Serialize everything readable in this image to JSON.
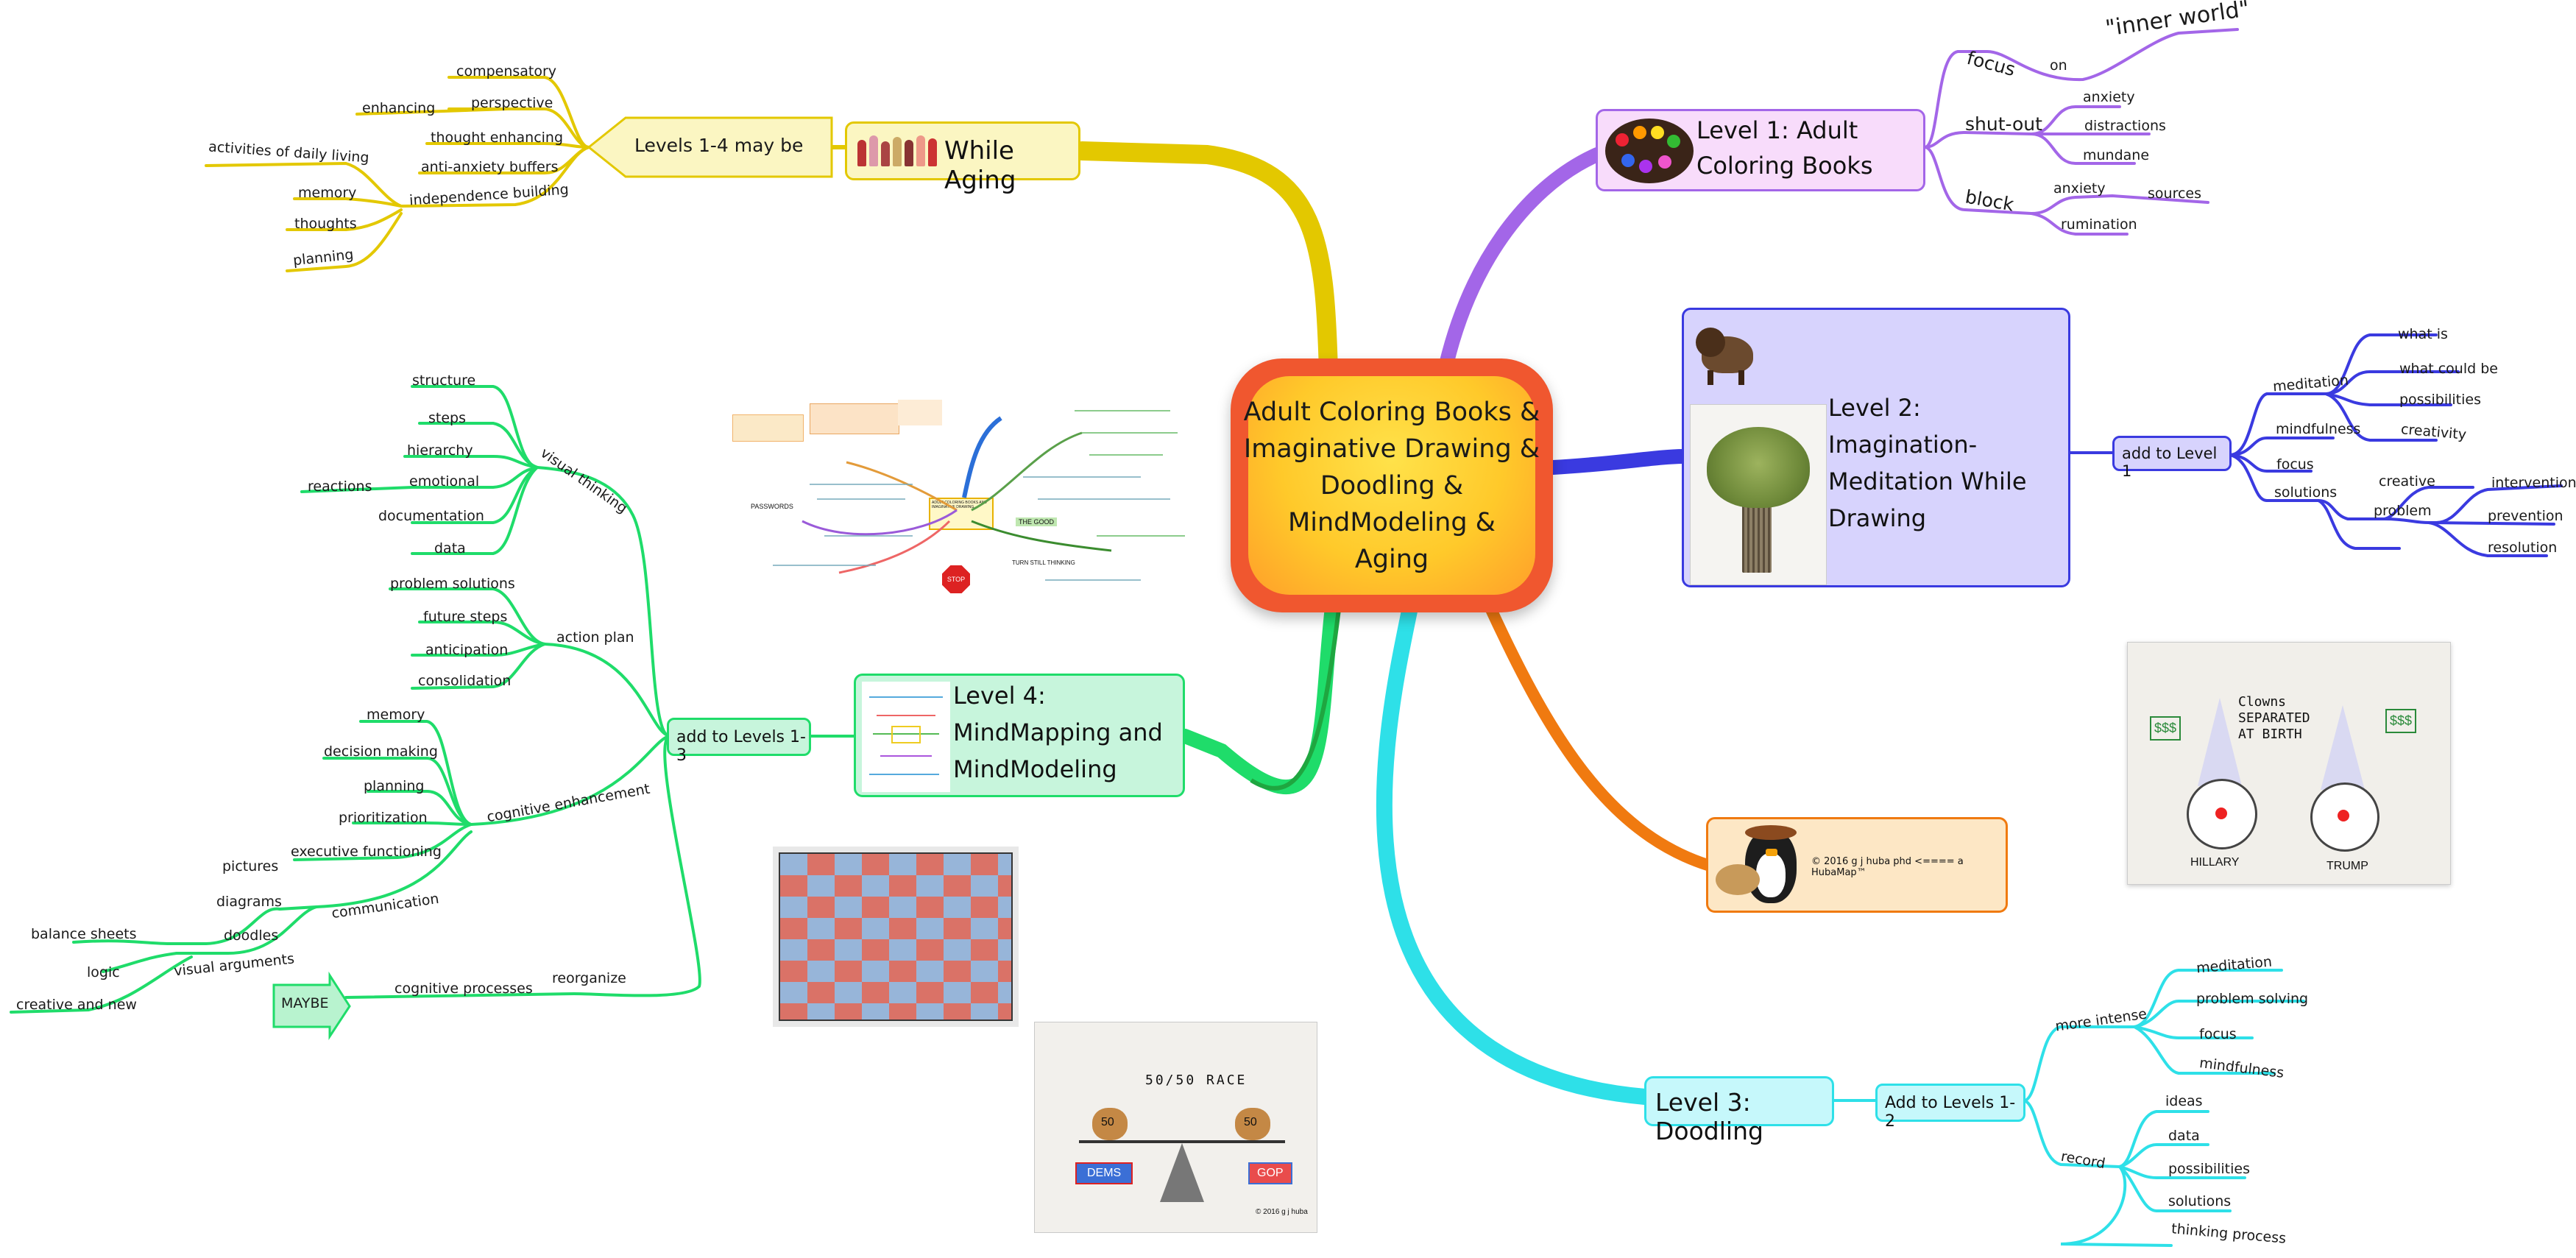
{
  "center": {
    "title": "Adult Coloring Books &\nImaginative Drawing &\nDoodling &\nMindModeling &\nAging"
  },
  "colors": {
    "aging": "#e3c800",
    "level1": "#a366e8",
    "level2": "#3a3ae0",
    "level3": "#2ee0e8",
    "level4": "#1fdc6a",
    "credit": "#f07a10",
    "center": "#f0572f"
  },
  "topics": {
    "aging": "While Aging",
    "level1": "Level 1: Adult\nColoring Books",
    "level2": "Level 2: Imagination-\nMeditation While\nDrawing",
    "level3": "Level 3: Doodling",
    "level4": "Level 4:\nMindMapping and\nMindModeling",
    "credit": "© 2016 g j huba phd <==== a HubaMap™"
  },
  "aging_branch": {
    "sub": "Levels 1-4 may be",
    "items": [
      "compensatory",
      "perspective",
      "enhancing",
      "thought enhancing",
      "anti-anxiety buffers",
      "independence building",
      "activities of daily living",
      "memory",
      "thoughts",
      "planning"
    ]
  },
  "level1_branch": {
    "focus": "focus",
    "on": "on",
    "inner_world": "\"inner world\"",
    "shutout": "shut-out",
    "shutout_items": [
      "anxiety",
      "distractions",
      "mundane"
    ],
    "block": "block",
    "block_anxiety": "anxiety",
    "sources": "sources",
    "rumination": "rumination"
  },
  "level2_branch": {
    "sub": "add to Level 1",
    "meditation": "meditation",
    "meditation_items": [
      "what is",
      "what could be",
      "possibilities",
      "creativity"
    ],
    "mindfulness": "mindfulness",
    "focus": "focus",
    "solutions": "solutions",
    "creative": "creative",
    "problem": "problem",
    "problem_items": [
      "intervention",
      "prevention",
      "resolution"
    ]
  },
  "level3_branch": {
    "sub": "Add to Levels 1-2",
    "more_intense": "more intense",
    "more_intense_items": [
      "meditation",
      "problem solving",
      "focus",
      "mindfulness"
    ],
    "record": "record",
    "record_items": [
      "ideas",
      "data",
      "possibilities",
      "solutions",
      "thinking process"
    ]
  },
  "level4_branch": {
    "sub": "add to Levels 1-3",
    "visual_thinking": "visual thinking",
    "visual_thinking_items": [
      "structure",
      "steps",
      "hierarchy",
      "emotional",
      "reactions",
      "documentation",
      "data"
    ],
    "action_plan": "action plan",
    "action_plan_items": [
      "problem solutions",
      "future steps",
      "anticipation",
      "consolidation"
    ],
    "cognitive_enhancement": "cognitive enhancement",
    "cognitive_items": [
      "memory",
      "decision making",
      "planning",
      "prioritization",
      "executive functioning"
    ],
    "communication": "communication",
    "communication_items": [
      "pictures",
      "diagrams",
      "doodles"
    ],
    "visual_arguments": "visual arguments",
    "visual_arguments_items": [
      "balance sheets",
      "logic",
      "creative and new"
    ],
    "reorganize": "reorganize",
    "cognitive_processes": "cognitive processes",
    "maybe": "MAYBE"
  },
  "sketches": {
    "clowns": "Clowns SEPARATED AT BIRTH",
    "hillary": "HILLARY",
    "trump": "TRUMP",
    "race": "50/50 RACE",
    "dems": "DEMS",
    "gop": "GOP",
    "dollars": "$$$",
    "fifty": "50",
    "signature": "© 2016 g j huba",
    "map_stop": "STOP",
    "map_center": "ADULT COLORING BOOKS AND IMAGINATIVE DRAWING",
    "map_passwords": "PASSWORDS",
    "map_good": "THE GOOD",
    "map_thinking": "TURN STILL THINKING"
  }
}
